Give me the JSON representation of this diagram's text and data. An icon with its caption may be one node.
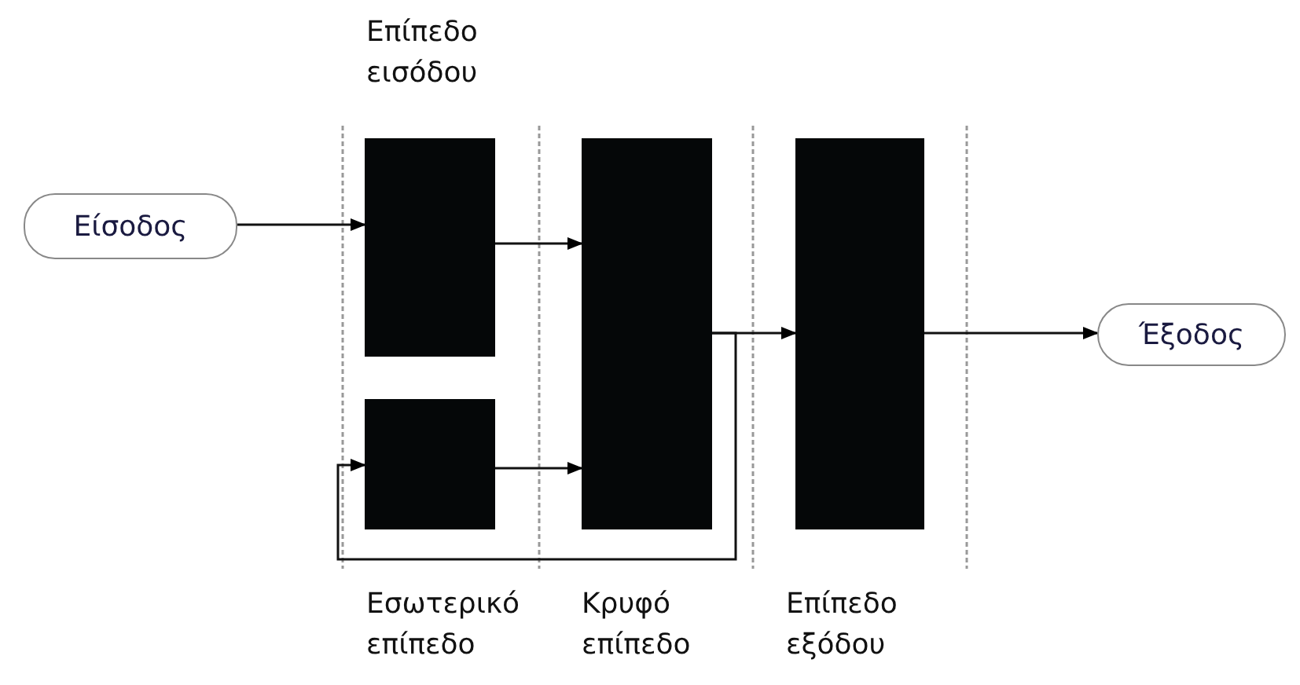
{
  "diagram": {
    "nodes": [
      {
        "text": [
          "Είσοδος"
        ]
      },
      {
        "text": [],
        "shape": "box"
      },
      {
        "text": [],
        "shape": "box"
      },
      {
        "text": [],
        "shape": "box"
      },
      {
        "text": [],
        "shape": "box"
      },
      {
        "text": [
          "Έξοδος"
        ]
      }
    ],
    "edges": [
      {
        "from": 0,
        "to": 1,
        "arrow": "to"
      },
      {
        "from": 1,
        "to": 3,
        "arrow": "to"
      },
      {
        "from": 2,
        "to": 3,
        "arrow": "to"
      },
      {
        "from": 3,
        "to": 4,
        "arrow": "to"
      },
      {
        "from": 3,
        "to": 2,
        "arrow": "to"
      },
      {
        "from": 4,
        "to": 5,
        "arrow": "to"
      }
    ],
    "labels": [
      "Επίπεδο εισόδου",
      "Εσωτερικό επίπεδο",
      "Κρυφό επίπεδο",
      "Επίπεδο εξόδου"
    ]
  }
}
